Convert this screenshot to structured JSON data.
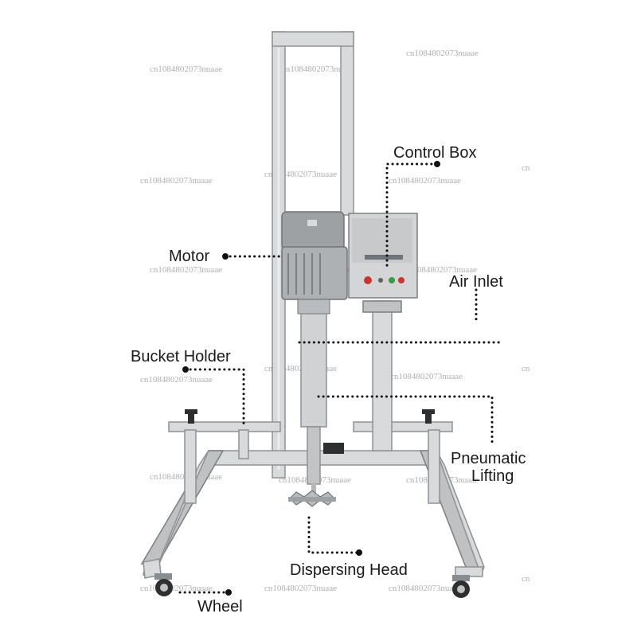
{
  "labels": {
    "control_box": "Control Box",
    "motor": "Motor",
    "air_inlet": "Air Inlet",
    "bucket_holder": "Bucket Holder",
    "pneumatic_line1": "Pneumatic",
    "pneumatic_line2": "Lifting",
    "dispersing_head": "Dispersing Head",
    "wheel": "Wheel"
  },
  "watermark": "cn1084802073nuaae",
  "watermark_partial": "cn",
  "colors": {
    "steel": "#d9dadb",
    "steel_edge": "#8e9194",
    "motor": "#9ea1a4",
    "label": "#1a1a1a",
    "leader_dots": "#111111",
    "button_red": "#c8352e",
    "button_green": "#3a9a45"
  }
}
